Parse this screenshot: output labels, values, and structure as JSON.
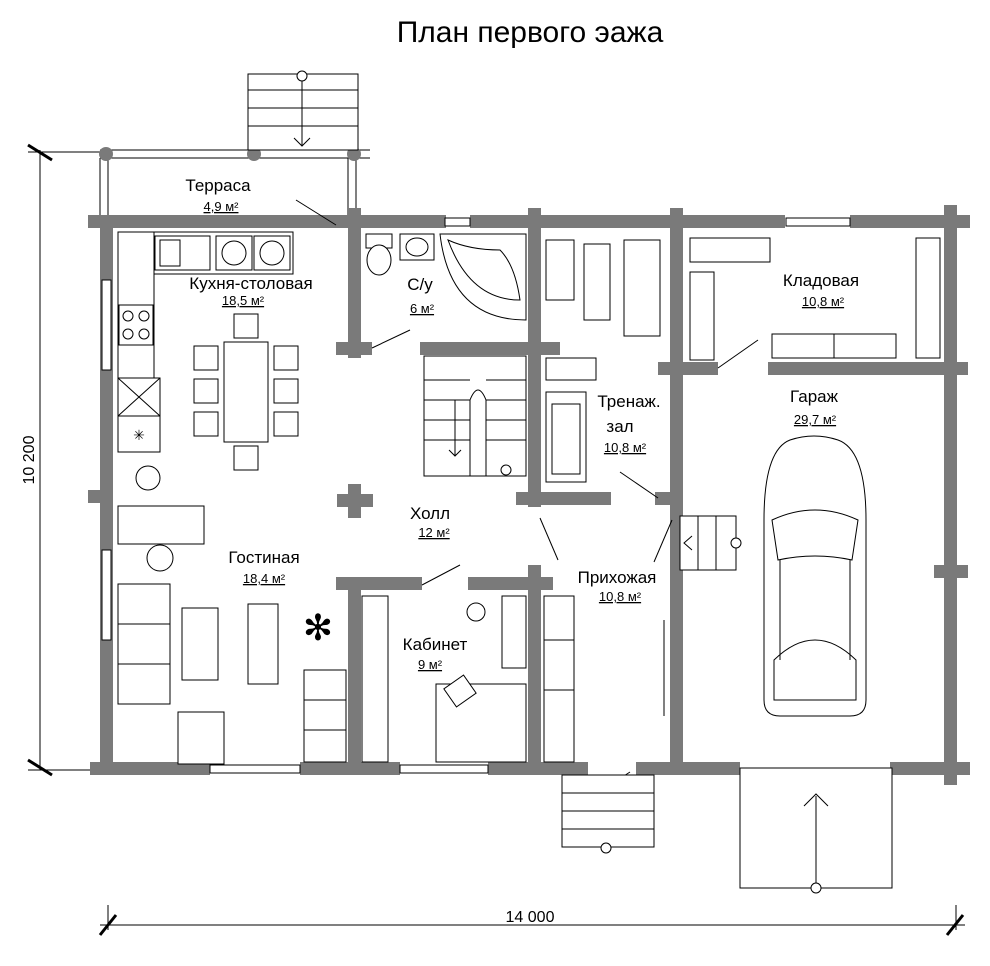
{
  "plan": {
    "title": "План первого эажа",
    "dimensions": {
      "width": "14 000",
      "height": "10 200"
    },
    "rooms": [
      {
        "name": "Терраса",
        "area": "4,9 м²"
      },
      {
        "name": "Кухня-столовая",
        "area": "18,5 м²"
      },
      {
        "name": "С/у",
        "area": "6 м²"
      },
      {
        "name": "Кладовая",
        "area": "10,8 м²"
      },
      {
        "name": "Тренаж.",
        "name2": "зал",
        "area": "10,8 м²"
      },
      {
        "name": "Гараж",
        "area": "29,7 м²"
      },
      {
        "name": "Холл",
        "area": "12 м²"
      },
      {
        "name": "Гостиная",
        "area": "18,4 м²"
      },
      {
        "name": "Прихожая",
        "area": "10,8 м²"
      },
      {
        "name": "Кабинет",
        "area": "9 м²"
      }
    ]
  }
}
